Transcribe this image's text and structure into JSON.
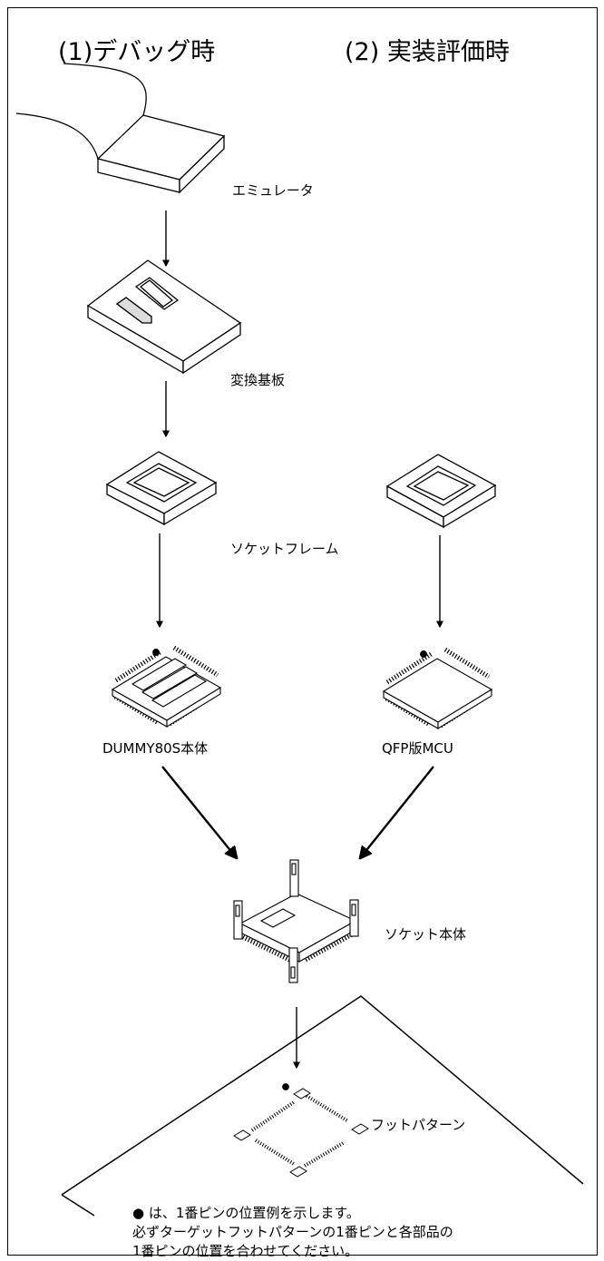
{
  "headings": {
    "debug": "(1)デバッグ時",
    "eval": "(2) 実装評価時"
  },
  "labels": {
    "emulator": "エミュレータ",
    "conversion_board": "変換基板",
    "socket_frame": "ソケットフレーム",
    "dummy_body": "DUMMY80S本体",
    "qfp_mcu": "QFP版MCU",
    "socket_body": "ソケット本体",
    "foot_pattern": "フットパターン"
  },
  "note": {
    "line1": "● は、1番ピンの位置例を示します。",
    "line2": "必ずターゲットフットパターンの1番ピンと各部品の",
    "line3": "1番ピンの位置を合わせてください。"
  }
}
